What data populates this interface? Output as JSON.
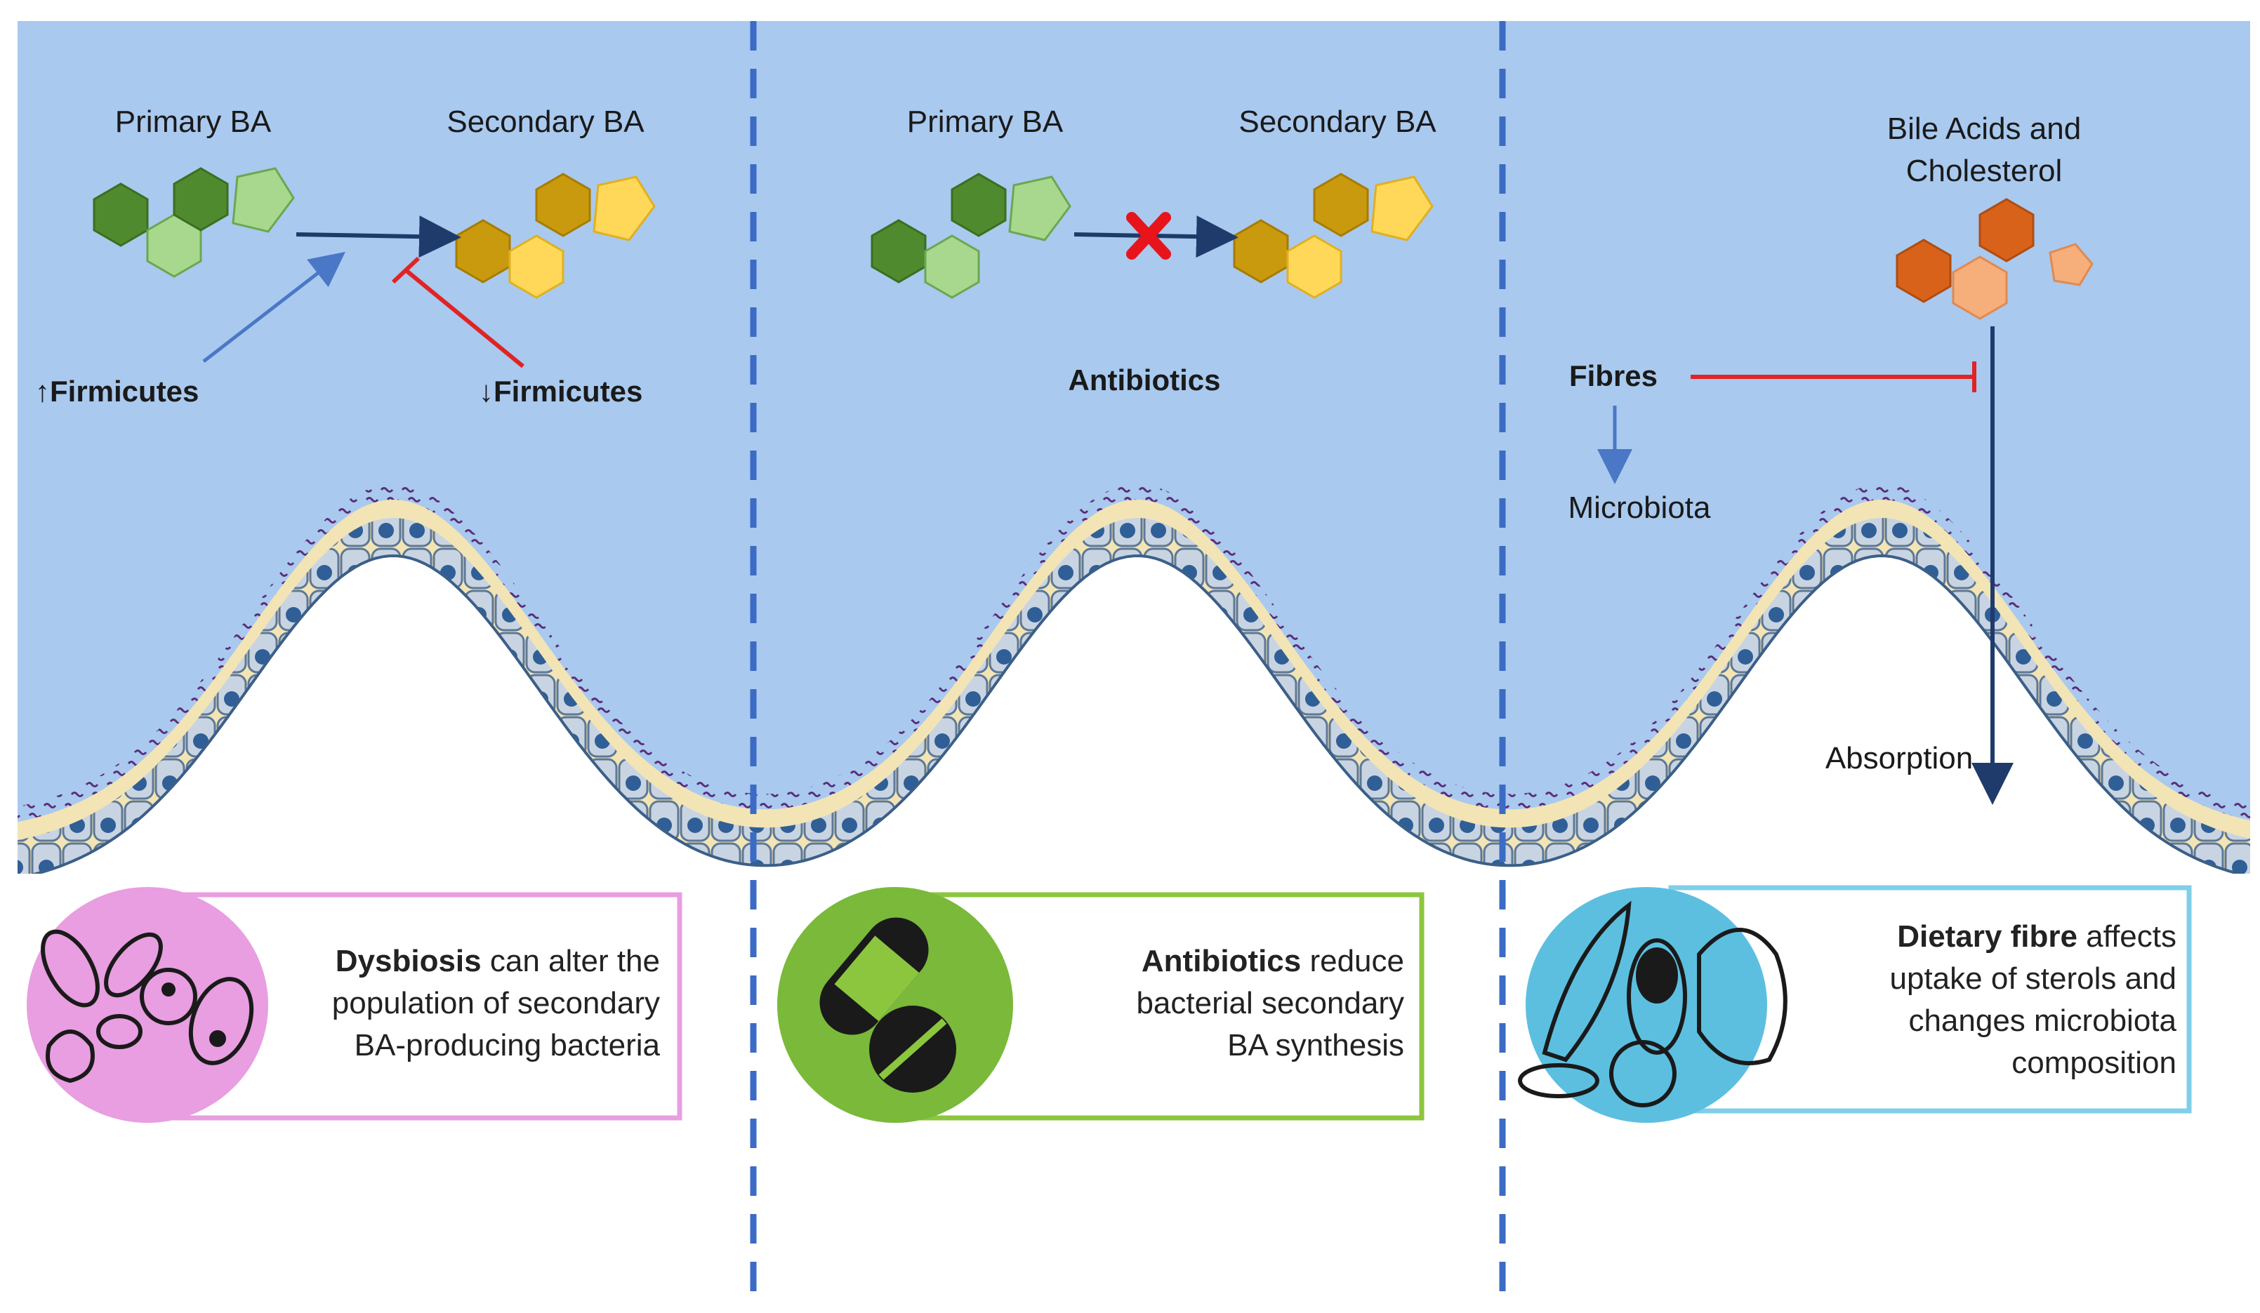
{
  "panels": [
    {
      "id": "dysbiosis",
      "primary_label": "Primary BA",
      "secondary_label": "Secondary BA",
      "up_label": "↑Firmicutes",
      "down_label": "↓Firmicutes",
      "caption": {
        "bold": "Dysbiosis",
        "line1_rest": " can alter the",
        "line2": "population of secondary",
        "line3": "BA-producing bacteria"
      },
      "icon": "bacteria-icon",
      "color": "#e89ee0"
    },
    {
      "id": "antibiotics",
      "primary_label": "Primary BA",
      "secondary_label": "Secondary BA",
      "agent_label": "Antibiotics",
      "caption": {
        "bold": "Antibiotics",
        "line1_rest": " reduce",
        "line2": "bacterial secondary",
        "line3": "BA synthesis"
      },
      "icon": "pill-icon",
      "color": "#8cc63f"
    },
    {
      "id": "fibre",
      "target_label_line1": "Bile Acids and",
      "target_label_line2": "Cholesterol",
      "fibres_label": "Fibres",
      "microbiota_label": "Microbiota",
      "absorption_label": "Absorption",
      "caption": {
        "bold": "Dietary fibre",
        "line1_rest": " affects",
        "line2": "uptake of sterols and",
        "line3": "changes microbiota",
        "line4": "composition"
      },
      "icon": "vegetables-icon",
      "color": "#7fcfe8"
    }
  ],
  "colors": {
    "lumen": "#a9c9ef",
    "divider": "#3b6bc4",
    "primary_dark": "#4f8a2f",
    "primary_light": "#a8d88e",
    "secondary_dark": "#c99a0e",
    "secondary_light": "#ffd85a",
    "bile_dark": "#d9621a",
    "bile_light": "#f6ae7b",
    "arrow": "#1f3b6b",
    "inhibit": "#e02424",
    "activate": "#4a78c6"
  }
}
